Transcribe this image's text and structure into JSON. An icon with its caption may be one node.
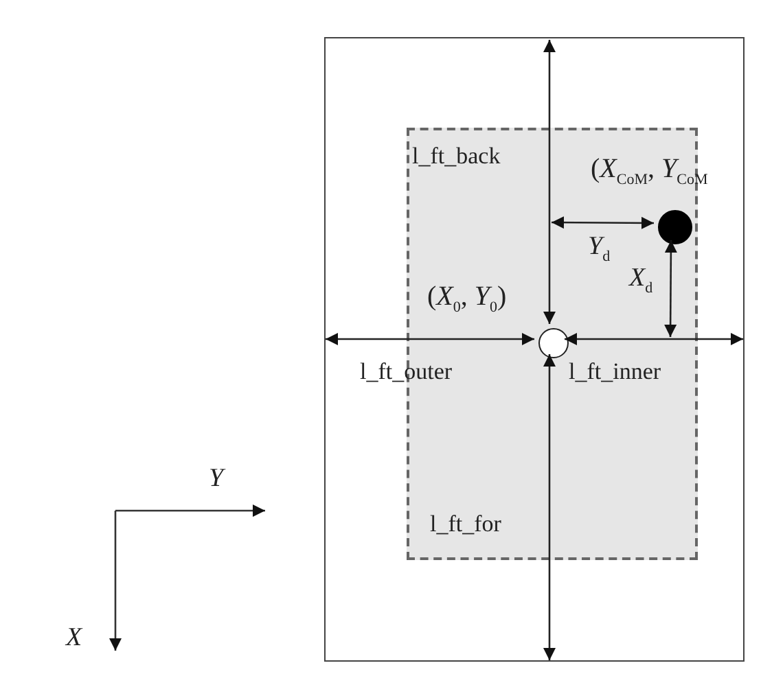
{
  "diagram": {
    "nodes": [
      {
        "text": [],
        "shape": "box"
      },
      {
        "text": [],
        "shape": "box",
        "in": 0
      },
      {
        "text": [],
        "shape": "circle",
        "in": 1,
        "beside": [
          "(*X*$_{0}$, *Y*$_{0}$)"
        ]
      },
      {
        "text": [],
        "shape": "circle",
        "in": 1,
        "beside": [
          "(*X*$_{CoM}$, *Y*$_{CoM}$"
        ]
      }
    ],
    "edges": [
      {
        "from": 2,
        "to": 0,
        "arrow": "both"
      },
      {
        "from": 2,
        "to": 0,
        "arrow": "both"
      },
      {
        "from": 2,
        "to": 0,
        "arrow": "both"
      },
      {
        "from": 2,
        "to": 0,
        "arrow": "both"
      },
      {
        "from": null,
        "to": 3,
        "arrow": "both"
      },
      {
        "from": 3,
        "to": null,
        "arrow": "both"
      }
    ],
    "labels": [
      "l_ft_back",
      "l_ft_outer",
      "l_ft_inner",
      "l_ft_for",
      "*Y*$_{d}$",
      "*X*$_{d}$",
      "*Y*",
      "*X*"
    ]
  }
}
